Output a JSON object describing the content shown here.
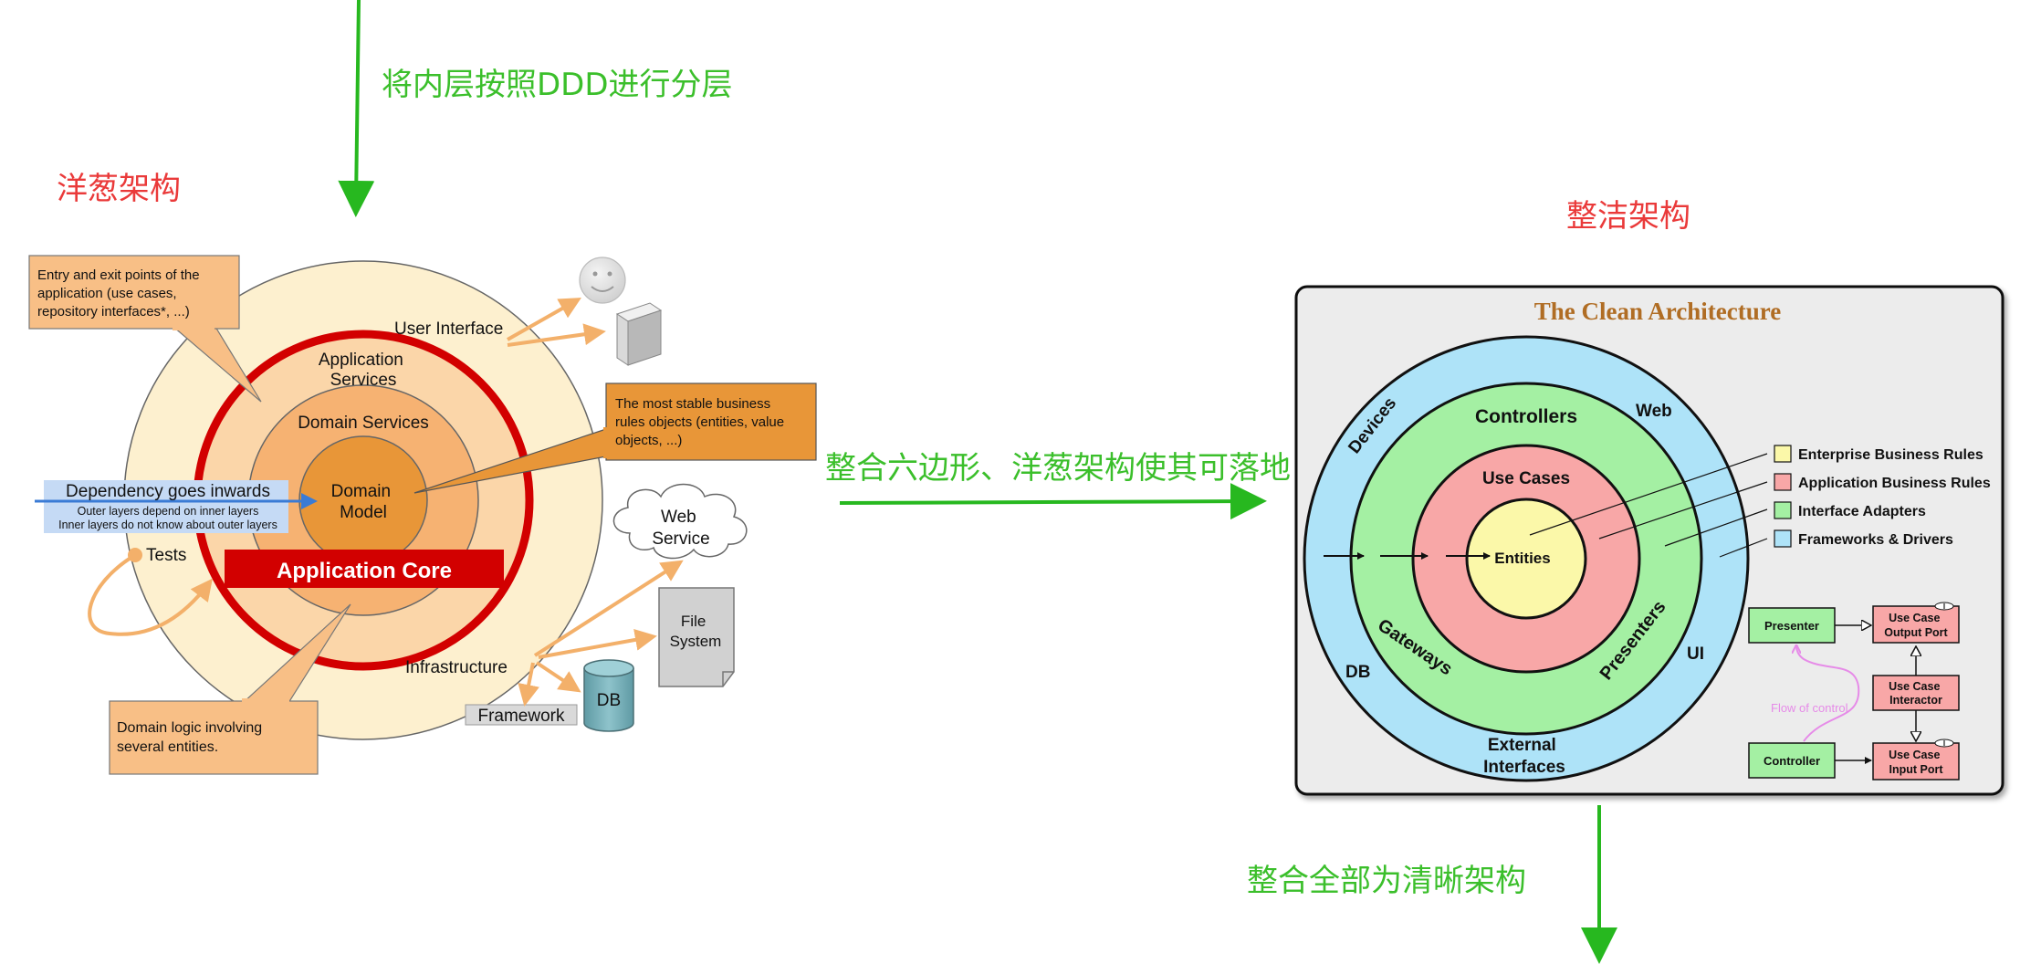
{
  "annotations": {
    "ddd_layering": "将内层按照DDD进行分层",
    "onion_title": "洋葱架构",
    "clean_title": "整洁架构",
    "merge_hex_onion": "整合六边形、洋葱架构使其可落地",
    "merge_all": "整合全部为清晰架构"
  },
  "onion": {
    "callout_entry": [
      "Entry and exit points of the",
      "application (use cases,",
      "repository interfaces*, ...)"
    ],
    "user_interface": "User Interface",
    "application_services": [
      "Application",
      "Services"
    ],
    "domain_services": "Domain Services",
    "domain_model": [
      "Domain",
      "Model"
    ],
    "callout_stable": [
      "The most stable business",
      "rules objects (entities, value",
      "objects, ...)"
    ],
    "dependency_title": "Dependency goes inwards",
    "dependency_line1": "Outer layers depend on inner layers",
    "dependency_line2": "Inner layers do not know about outer layers",
    "tests": "Tests",
    "application_core": "Application Core",
    "web_service": [
      "Web",
      "Service"
    ],
    "file_system": [
      "File",
      "System"
    ],
    "infrastructure": "Infrastructure",
    "framework": "Framework",
    "db": "DB",
    "callout_domain_logic": [
      "Domain logic involving",
      "several entities."
    ]
  },
  "clean": {
    "title": "The Clean Architecture",
    "ring_labels": {
      "devices": "Devices",
      "web": "Web",
      "controllers": "Controllers",
      "use_cases": "Use Cases",
      "entities": "Entities",
      "gateways": "Gateways",
      "presenters": "Presenters",
      "db": "DB",
      "ui": "UI",
      "external_interfaces": [
        "External",
        "Interfaces"
      ]
    },
    "legend": [
      {
        "label": "Enterprise Business Rules",
        "color": "#fbf8a9"
      },
      {
        "label": "Application Business Rules",
        "color": "#f8a7a7"
      },
      {
        "label": "Interface Adapters",
        "color": "#a4f0a3"
      },
      {
        "label": "Frameworks & Drivers",
        "color": "#aee3f8"
      }
    ],
    "flow": {
      "presenter": "Presenter",
      "output_port": [
        "Use Case",
        "Output Port"
      ],
      "interactor": [
        "Use Case",
        "Interactor"
      ],
      "controller": "Controller",
      "input_port": [
        "Use Case",
        "Input Port"
      ],
      "flow_of_control": "Flow of control",
      "interface_marker": "I"
    }
  }
}
